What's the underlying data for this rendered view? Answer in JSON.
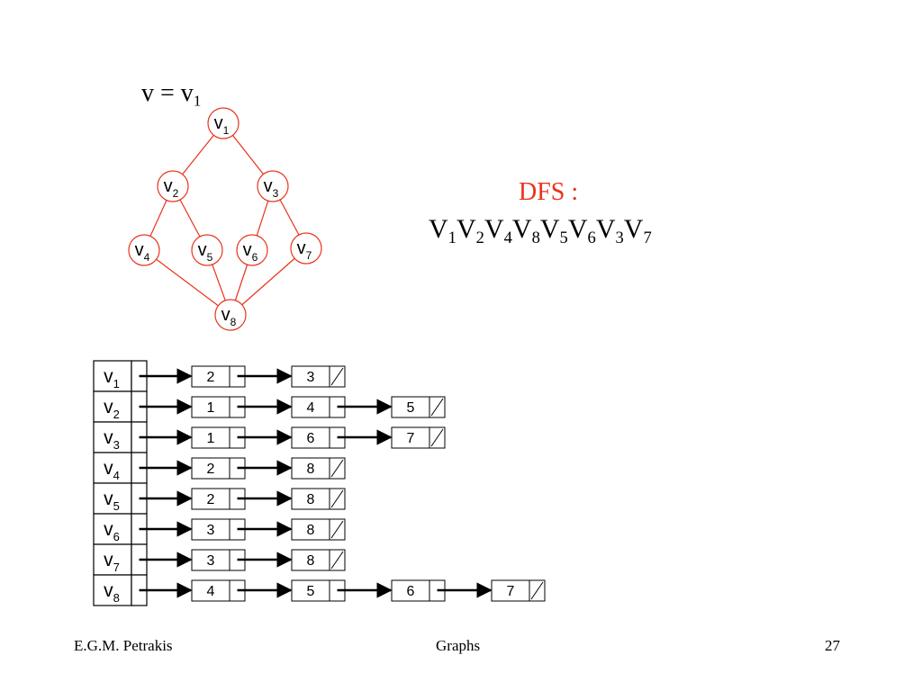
{
  "start": {
    "prefix": "v = v",
    "index": "1"
  },
  "dfs": {
    "title": "DFS :",
    "order": [
      {
        "letter": "V",
        "index": "1"
      },
      {
        "letter": "V",
        "index": "2"
      },
      {
        "letter": "V",
        "index": "4"
      },
      {
        "letter": "V",
        "index": "8"
      },
      {
        "letter": "V",
        "index": "5"
      },
      {
        "letter": "V",
        "index": "6"
      },
      {
        "letter": "V",
        "index": "3"
      },
      {
        "letter": "V",
        "index": "7"
      }
    ]
  },
  "graph": {
    "vertices": [
      {
        "id": 1,
        "label": "v",
        "index": "1"
      },
      {
        "id": 2,
        "label": "v",
        "index": "2"
      },
      {
        "id": 3,
        "label": "v",
        "index": "3"
      },
      {
        "id": 4,
        "label": "v",
        "index": "4"
      },
      {
        "id": 5,
        "label": "v",
        "index": "5"
      },
      {
        "id": 6,
        "label": "v",
        "index": "6"
      },
      {
        "id": 7,
        "label": "v",
        "index": "7"
      },
      {
        "id": 8,
        "label": "v",
        "index": "8"
      }
    ],
    "edges": [
      [
        1,
        2
      ],
      [
        1,
        3
      ],
      [
        2,
        4
      ],
      [
        2,
        5
      ],
      [
        3,
        6
      ],
      [
        3,
        7
      ],
      [
        4,
        8
      ],
      [
        5,
        8
      ],
      [
        6,
        8
      ],
      [
        7,
        8
      ]
    ],
    "color": "#e8331c"
  },
  "adjacency_lists": [
    {
      "label": "v",
      "index": "1",
      "nodes": [
        "2",
        "3"
      ]
    },
    {
      "label": "v",
      "index": "2",
      "nodes": [
        "1",
        "4",
        "5"
      ]
    },
    {
      "label": "v",
      "index": "3",
      "nodes": [
        "1",
        "6",
        "7"
      ]
    },
    {
      "label": "v",
      "index": "4",
      "nodes": [
        "2",
        "8"
      ]
    },
    {
      "label": "v",
      "index": "5",
      "nodes": [
        "2",
        "8"
      ]
    },
    {
      "label": "v",
      "index": "6",
      "nodes": [
        "3",
        "8"
      ]
    },
    {
      "label": "v",
      "index": "7",
      "nodes": [
        "3",
        "8"
      ]
    },
    {
      "label": "v",
      "index": "8",
      "nodes": [
        "4",
        "5",
        "6",
        "7"
      ]
    }
  ],
  "footer": {
    "author": "E.G.M. Petrakis",
    "topic": "Graphs",
    "page": "27"
  }
}
